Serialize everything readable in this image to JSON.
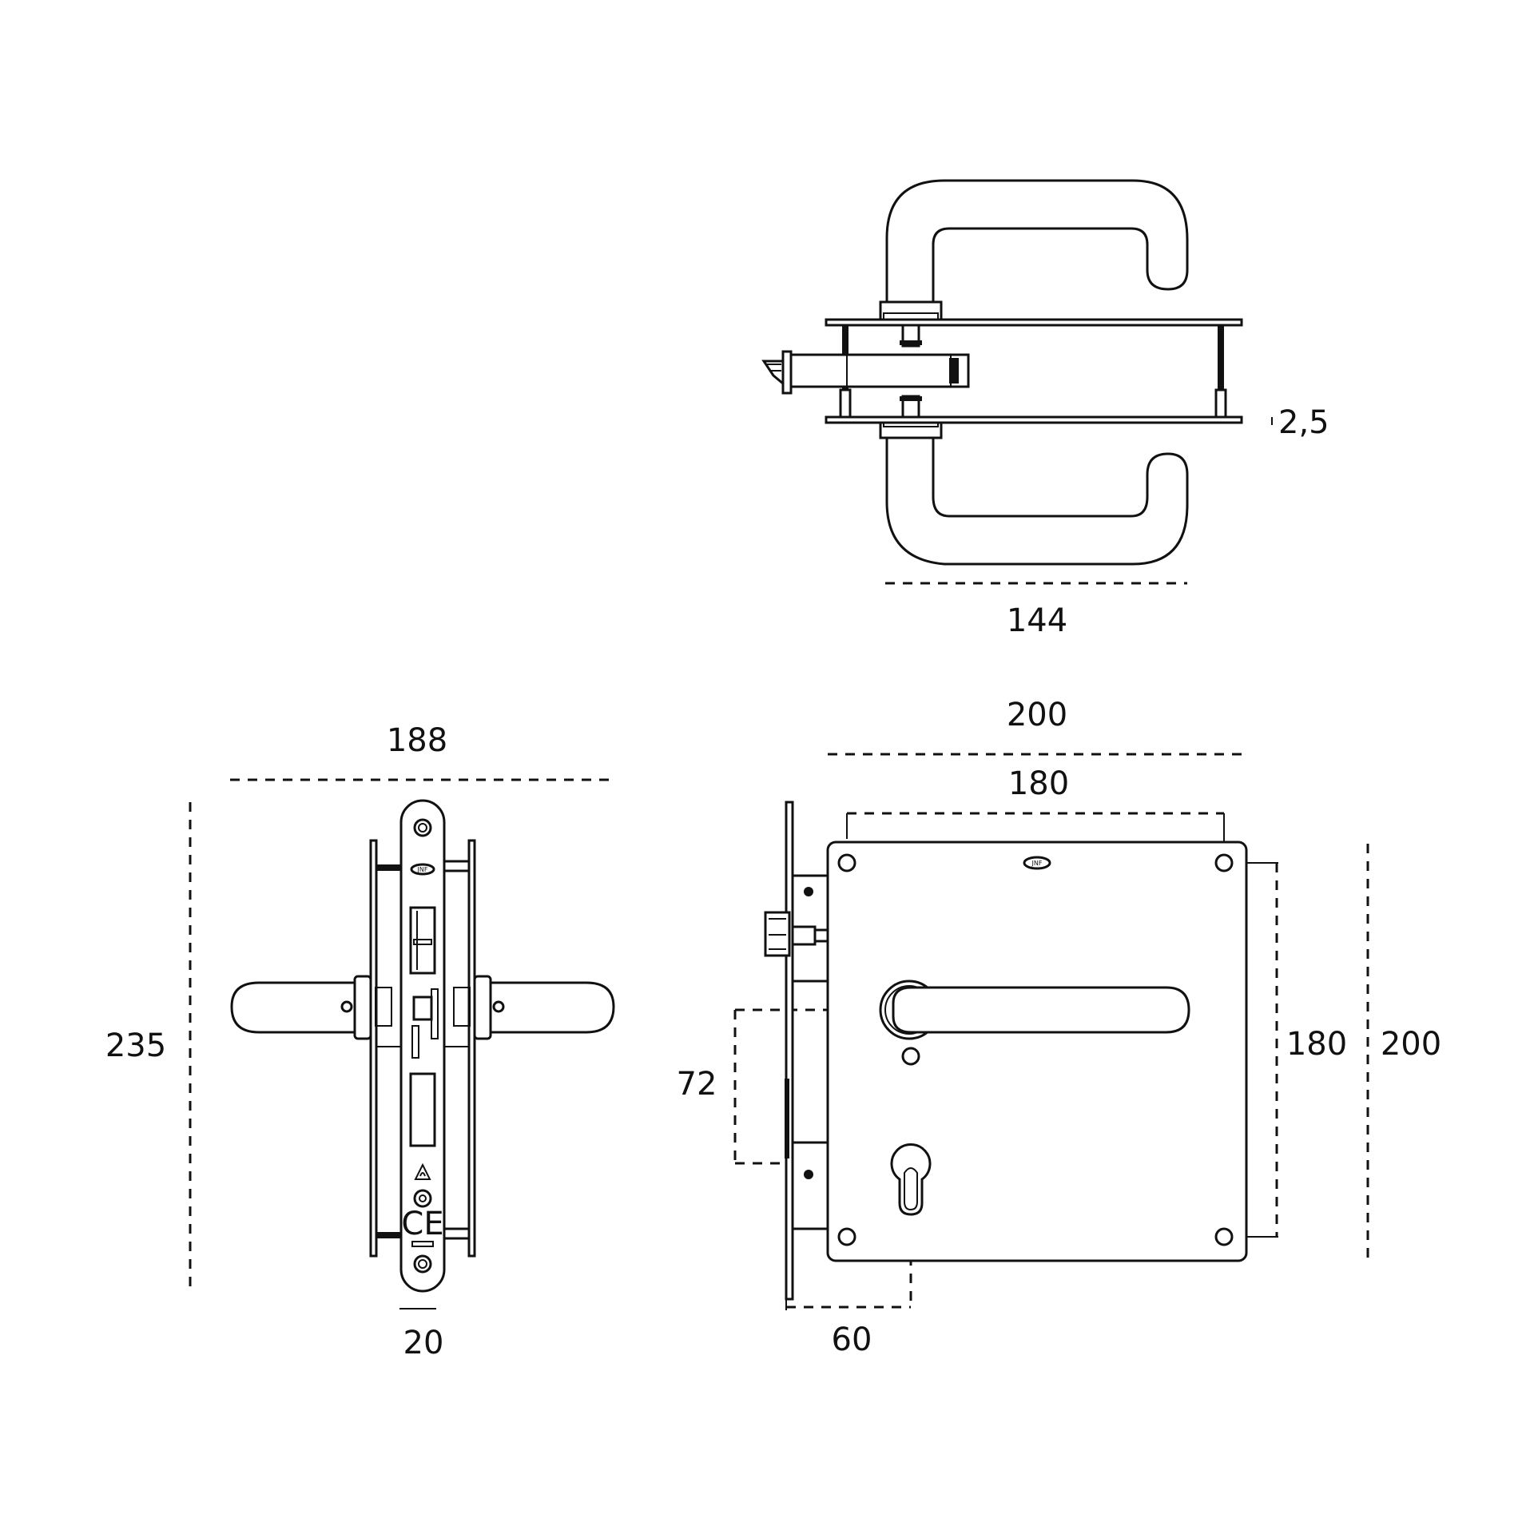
{
  "dimensions": {
    "top_view_thickness": "2,5",
    "top_view_width": "144",
    "left_width": "188",
    "left_height": "235",
    "left_backset": "20",
    "plate_outer_width": "200",
    "plate_hole_spacing_h": "180",
    "plate_hole_spacing_v": "180",
    "plate_outer_height": "200",
    "lever_to_cylinder": "72",
    "cylinder_offset": "60"
  },
  "marks": {
    "ce": "CE",
    "brand_logo": "JNF"
  },
  "colors": {
    "line": "#111111",
    "background": "#ffffff"
  }
}
